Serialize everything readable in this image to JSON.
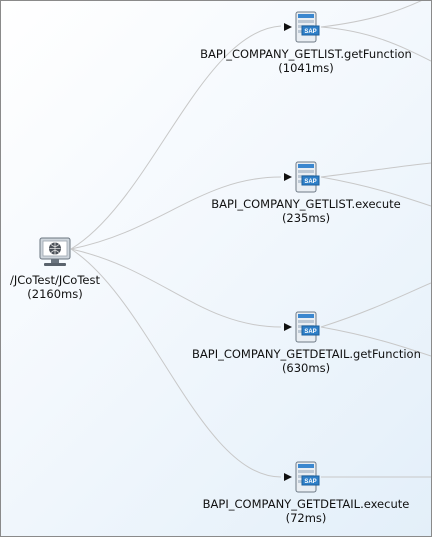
{
  "root": {
    "label": "/JCoTest/JCoTest",
    "time": "(2160ms)",
    "icon": "monitor-globe-icon"
  },
  "calls": [
    {
      "label": "BAPI_COMPANY_GETLIST.getFunction",
      "time": "(1041ms)",
      "icon": "sap-server-icon",
      "badge": "SAP"
    },
    {
      "label": "BAPI_COMPANY_GETLIST.execute",
      "time": "(235ms)",
      "icon": "sap-server-icon",
      "badge": "SAP"
    },
    {
      "label": "BAPI_COMPANY_GETDETAIL.getFunction",
      "time": "(630ms)",
      "icon": "sap-server-icon",
      "badge": "SAP"
    },
    {
      "label": "BAPI_COMPANY_GETDETAIL.execute",
      "time": "(72ms)",
      "icon": "sap-server-icon",
      "badge": "SAP"
    }
  ],
  "colors": {
    "edge": "#c8c8c8",
    "server_blue": "#2e7fc8",
    "arrow": "#111111"
  }
}
